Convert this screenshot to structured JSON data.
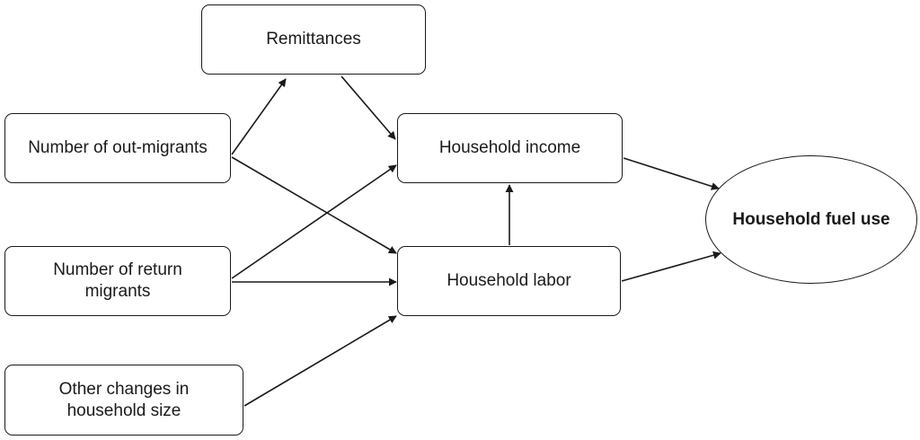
{
  "diagram": {
    "nodes": {
      "remittances": {
        "label": "Remittances"
      },
      "out_migrants": {
        "label": "Number of out-migrants"
      },
      "return_migrants": {
        "label": "Number of return migrants"
      },
      "other_changes": {
        "label": "Other changes in household size"
      },
      "household_income": {
        "label": "Household income"
      },
      "household_labor": {
        "label": "Household labor"
      },
      "household_fuel_use": {
        "label": "Household fuel use"
      }
    },
    "edges": [
      {
        "from": "out_migrants",
        "to": "remittances"
      },
      {
        "from": "remittances",
        "to": "household_income"
      },
      {
        "from": "out_migrants",
        "to": "household_labor"
      },
      {
        "from": "return_migrants",
        "to": "household_income"
      },
      {
        "from": "return_migrants",
        "to": "household_labor"
      },
      {
        "from": "other_changes",
        "to": "household_labor"
      },
      {
        "from": "household_labor",
        "to": "household_income"
      },
      {
        "from": "household_income",
        "to": "household_fuel_use"
      },
      {
        "from": "household_labor",
        "to": "household_fuel_use"
      }
    ],
    "line_color": "#1a1a1a"
  }
}
